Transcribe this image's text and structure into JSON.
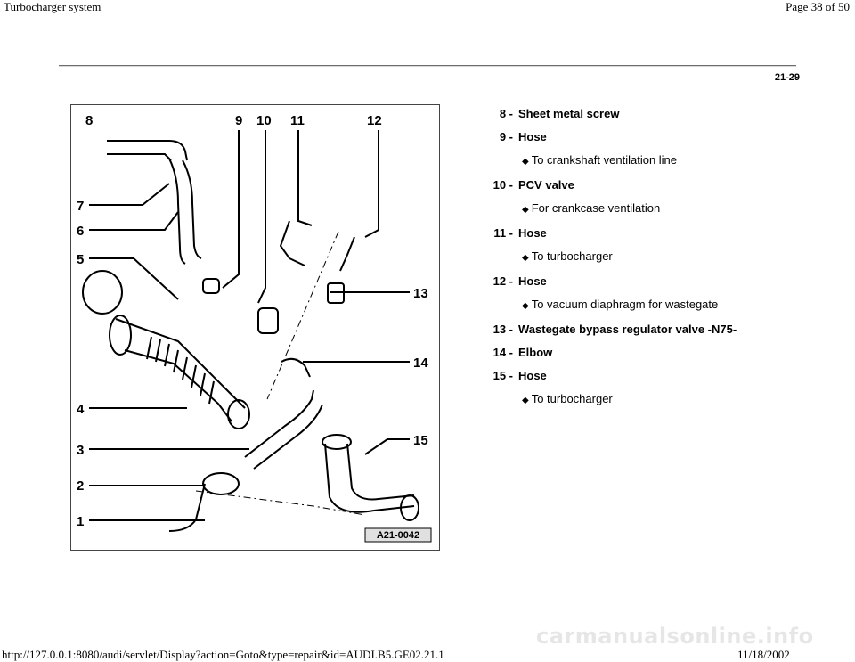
{
  "header": {
    "title": "Turbocharger system",
    "page": "Page 38 of 50"
  },
  "section_number": "21-29",
  "figure": {
    "reference": "A21-0042",
    "callouts": [
      "1",
      "2",
      "3",
      "4",
      "5",
      "6",
      "7",
      "8",
      "9",
      "10",
      "11",
      "12",
      "13",
      "14",
      "15"
    ]
  },
  "legend": [
    {
      "num": "8 -",
      "label": "Sheet metal screw",
      "subs": []
    },
    {
      "num": "9 -",
      "label": "Hose",
      "subs": [
        "To crankshaft ventilation line"
      ]
    },
    {
      "num": "10 -",
      "label": "PCV valve",
      "subs": [
        "For crankcase ventilation"
      ]
    },
    {
      "num": "11 -",
      "label": "Hose",
      "subs": [
        "To turbocharger"
      ]
    },
    {
      "num": "12 -",
      "label": "Hose",
      "subs": [
        "To vacuum diaphragm for wastegate"
      ]
    },
    {
      "num": "13 -",
      "label": "Wastegate bypass regulator valve -N75-",
      "subs": []
    },
    {
      "num": "14 -",
      "label": "Elbow",
      "subs": []
    },
    {
      "num": "15 -",
      "label": "Hose",
      "subs": [
        "To turbocharger"
      ]
    }
  ],
  "footer": {
    "url": "http://127.0.0.1:8080/audi/servlet/Display?action=Goto&type=repair&id=AUDI.B5.GE02.21.1",
    "date": "11/18/2002"
  },
  "watermark": "carmanualsonline.info"
}
